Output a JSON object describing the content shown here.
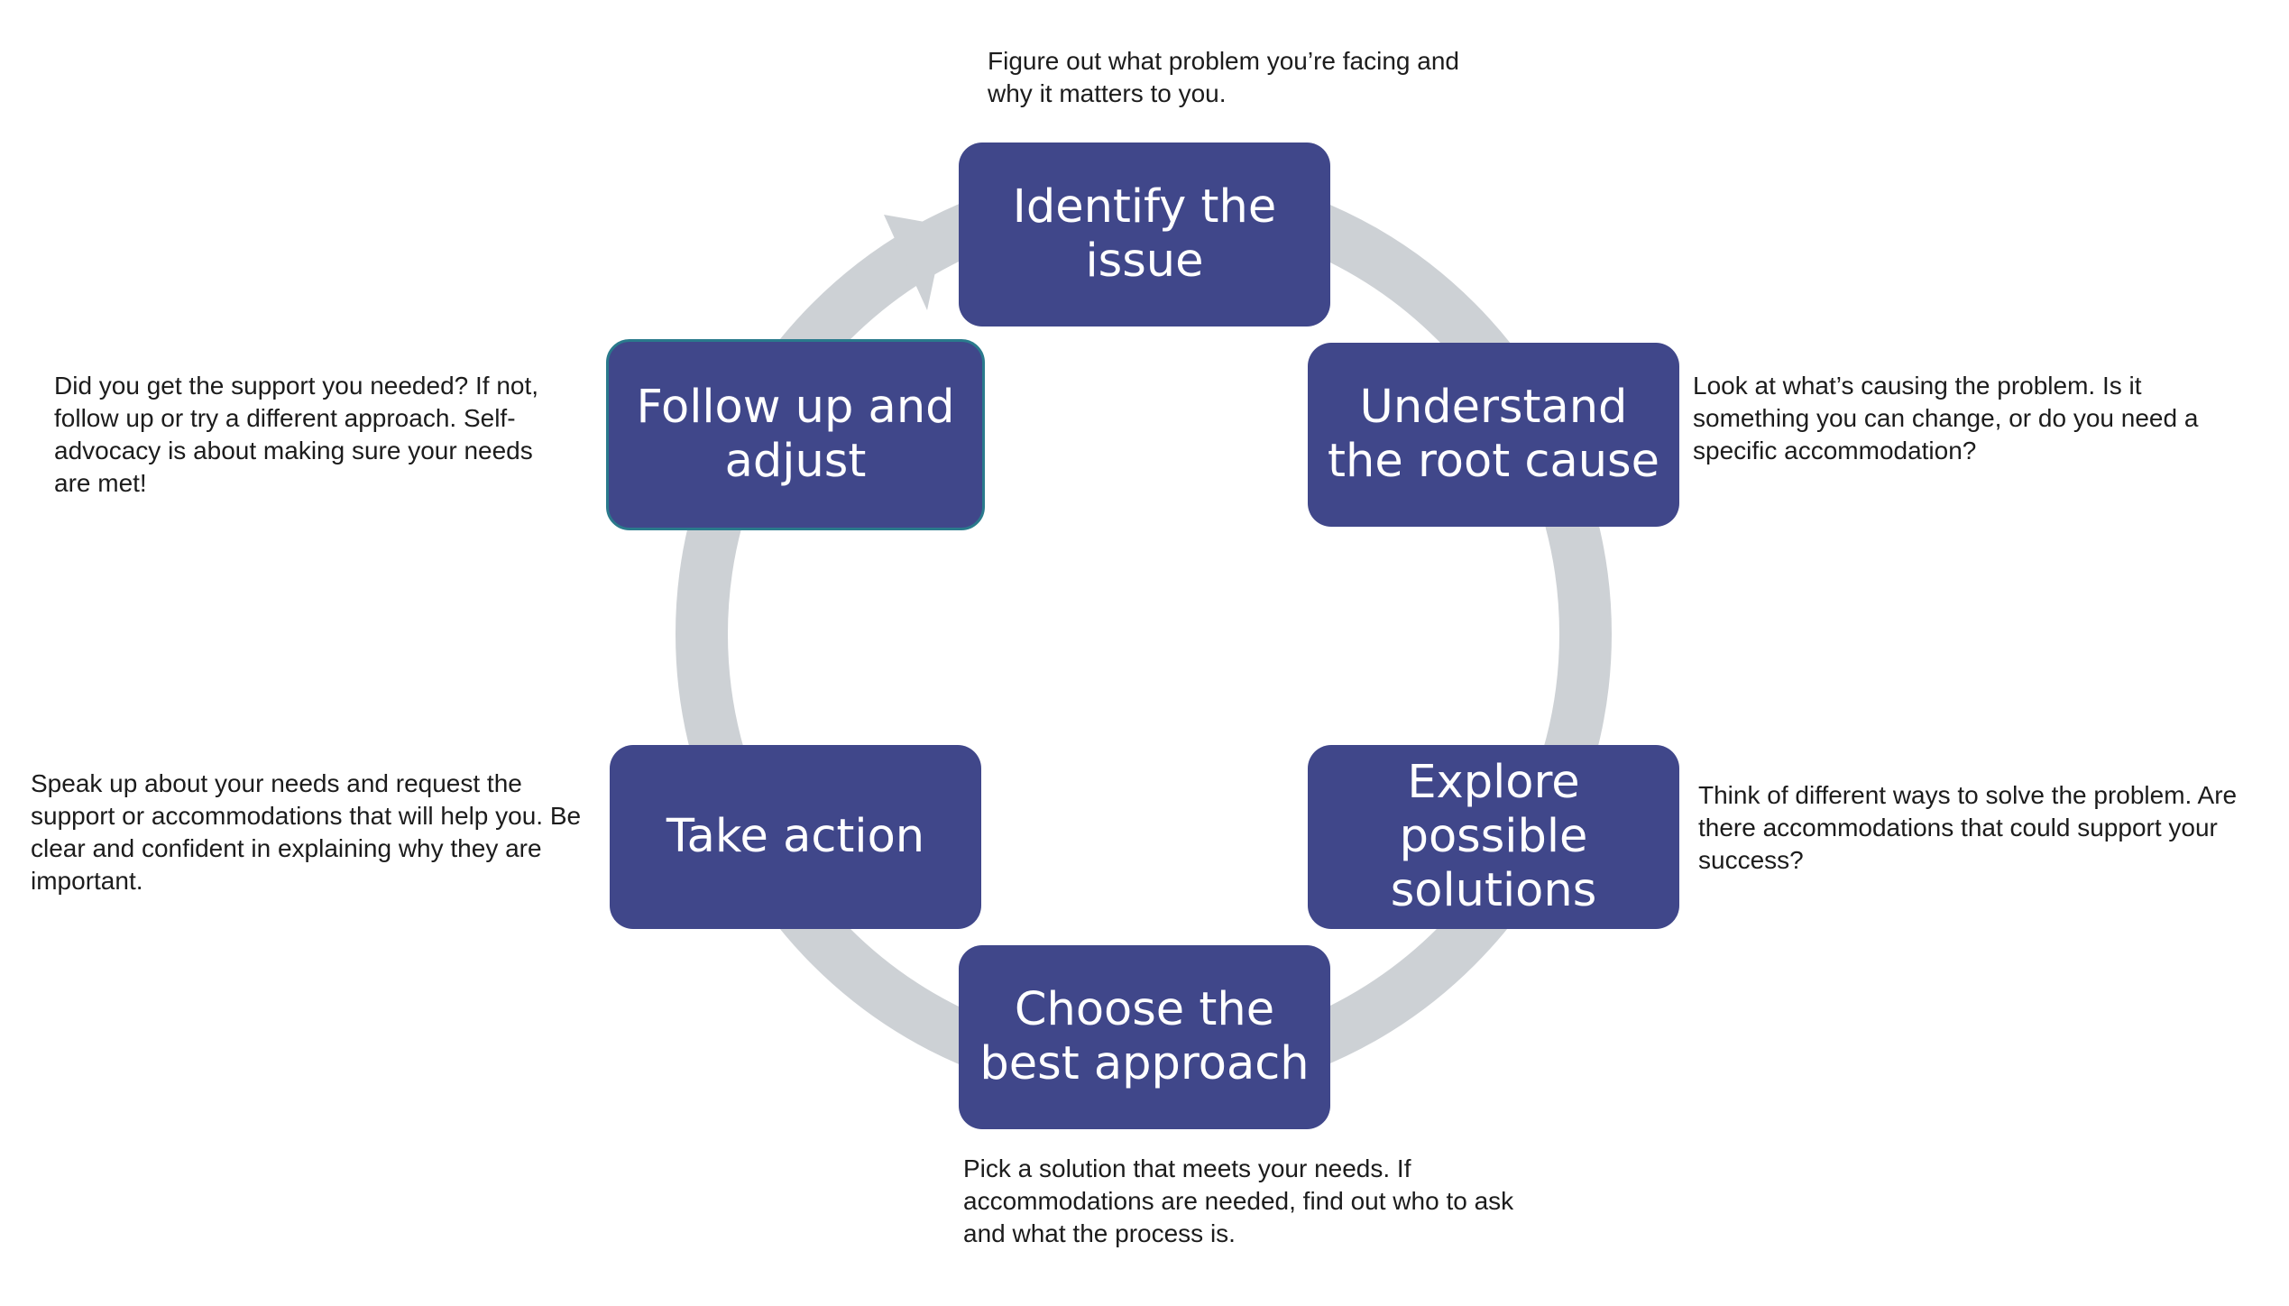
{
  "diagram": {
    "ring_color": "#cdd1d5",
    "box_color": "#40478a",
    "label_color": "#ffffff",
    "steps": [
      {
        "label": "Identify the issue",
        "description": "Figure out what problem you’re facing and why it matters to you."
      },
      {
        "label": "Understand the root cause",
        "description": "Look at what’s causing the problem. Is it something you can change, or do you need a specific accommodation?"
      },
      {
        "label": "Explore possible solutions",
        "description": "Think of different ways to solve the problem. Are there accommodations that could support your success?"
      },
      {
        "label": "Choose the best approach",
        "description": "Pick a solution that meets your needs. If accommodations are needed, find out who to ask and what the process is."
      },
      {
        "label": "Take action",
        "description": "Speak up about your needs and request the support or accommodations that will help you. Be clear and confident in explaining why they are important."
      },
      {
        "label": "Follow up and adjust",
        "description": "Did you get the support you needed? If not, follow up or try a different approach. Self-advocacy is about making sure your needs are met!"
      }
    ]
  }
}
